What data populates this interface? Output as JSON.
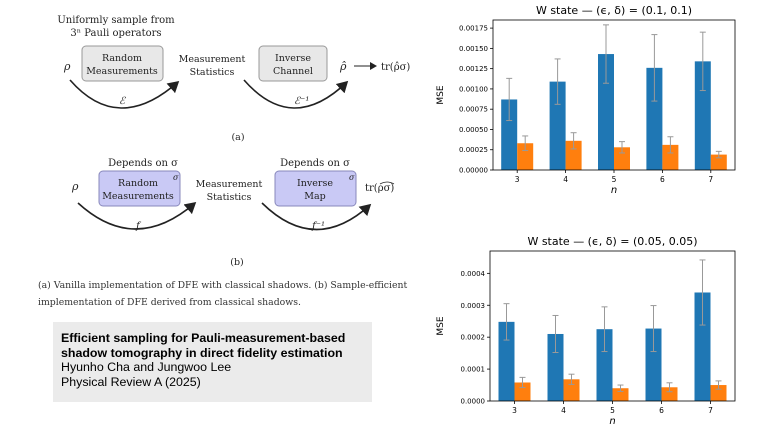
{
  "diagram_a": {
    "top_note_line1": "Uniformly sample from",
    "top_note_line2": "3ⁿ Pauli operators",
    "rho": "ρ",
    "box1_line1": "Random",
    "box1_line2": "Measurements",
    "mid_line1": "Measurement",
    "mid_line2": "Statistics",
    "box2_line1": "Inverse",
    "box2_line2": "Channel",
    "output_rho_hat": "ρ̂",
    "output": "tr(ρ̂σ)",
    "arrow1_label": "ℰ",
    "arrow2_label": "ℰ⁻¹",
    "sublabel": "(a)",
    "box_color": "#e8e8e8"
  },
  "diagram_b": {
    "depends1": "Depends on σ",
    "depends2": "Depends on σ",
    "rho": "ρ",
    "box1_line1": "Random",
    "box1_line2": "Measurements",
    "box1_sigma": "σ",
    "mid_line1": "Measurement",
    "mid_line2": "Statistics",
    "box2_line1": "Inverse",
    "box2_line2": "Map",
    "box2_sigma": "σ",
    "output": "tr(ρσ)",
    "arrow1_label": "f",
    "arrow2_label": "f⁻¹",
    "sublabel": "(b)",
    "box_color": "#c9c9f5"
  },
  "caption_line1": "(a) Vanilla implementation of DFE with classical shadows. (b) Sample-efficient",
  "caption_line2": "implementation of DFE derived from classical shadows.",
  "reference": {
    "title_line1": "Efficient sampling for Pauli-measurement-based",
    "title_line2": "shadow tomography in direct fidelity estimation",
    "authors": "Hyunho Cha and Jungwoo Lee",
    "journal": "Physical Review A (2025)"
  },
  "chart_data": [
    {
      "type": "bar",
      "title": "W state — (ϵ, δ) = (0.1, 0.1)",
      "xlabel": "n",
      "ylabel": "MSE",
      "categories": [
        "3",
        "4",
        "5",
        "6",
        "7"
      ],
      "ylim": [
        0,
        0.00185
      ],
      "yticks": [
        0,
        0.00025,
        0.0005,
        0.00075,
        0.001,
        0.00125,
        0.0015,
        0.00175
      ],
      "ytick_labels": [
        "0.00000",
        "0.00025",
        "0.00050",
        "0.00075",
        "0.00100",
        "0.00125",
        "0.00150",
        "0.00175"
      ],
      "series": [
        {
          "values": [
            0.00087,
            0.00109,
            0.00143,
            0.00126,
            0.00134
          ],
          "errors": [
            0.00026,
            0.00028,
            0.00036,
            0.00041,
            0.00036
          ],
          "color": "#1f77b4"
        },
        {
          "values": [
            0.00033,
            0.00036,
            0.00028,
            0.00031,
            0.00019
          ],
          "errors": [
            9e-05,
            0.0001,
            7e-05,
            0.0001,
            4e-05
          ],
          "color": "#ff7f0e"
        }
      ]
    },
    {
      "type": "bar",
      "title": "W state — (ϵ, δ) = (0.05, 0.05)",
      "xlabel": "n",
      "ylabel": "MSE",
      "categories": [
        "3",
        "4",
        "5",
        "6",
        "7"
      ],
      "ylim": [
        0,
        0.00047
      ],
      "yticks": [
        0,
        0.0001,
        0.0002,
        0.0003,
        0.0004
      ],
      "ytick_labels": [
        "0.0000",
        "0.0001",
        "0.0002",
        "0.0003",
        "0.0004"
      ],
      "series": [
        {
          "values": [
            0.000248,
            0.00021,
            0.000225,
            0.000227,
            0.00034
          ],
          "errors": [
            5.7e-05,
            5.8e-05,
            7e-05,
            7.2e-05,
            0.000102
          ],
          "color": "#1f77b4"
        },
        {
          "values": [
            5.8e-05,
            6.8e-05,
            4e-05,
            4.3e-05,
            5e-05
          ],
          "errors": [
            1.6e-05,
            1.6e-05,
            1e-05,
            1.4e-05,
            1.3e-05
          ],
          "color": "#ff7f0e"
        }
      ]
    }
  ]
}
